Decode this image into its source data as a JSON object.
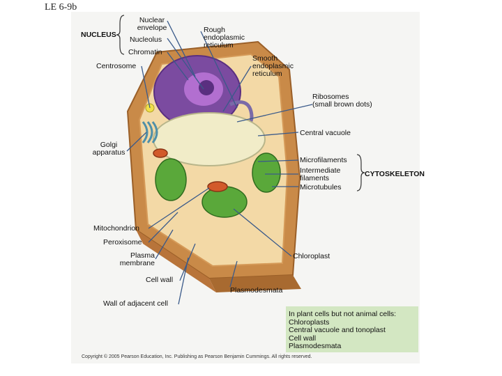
{
  "slide_title": "LE 6-9b",
  "group_labels": {
    "nucleus": "NUCLEUS",
    "cytoskeleton": "CYTOSKELETON"
  },
  "labels": {
    "nuclear_envelope": "Nuclear\nenvelope",
    "nucleolus": "Nucleolus",
    "chromatin": "Chromatin",
    "rough_er": "Rough\nendoplasmic\nreticulum",
    "smooth_er": "Smooth\nendoplasmic\nreticulum",
    "centrosome": "Centrosome",
    "ribosomes": "Ribosomes\n(small brown dots)",
    "central_vacuole": "Central vacuole",
    "golgi": "Golgi\napparatus",
    "microfilaments": "Microfilaments",
    "intermediate_filaments": "Intermediate\nfilaments",
    "microtubules": "Microtubules",
    "mitochondrion": "Mitochondrion",
    "peroxisome": "Peroxisome",
    "plasma_membrane": "Plasma\nmembrane",
    "chloroplast": "Chloroplast",
    "cell_wall": "Cell wall",
    "plasmodesmata": "Plasmodesmata",
    "wall_adjacent": "Wall of adjacent cell"
  },
  "plant_only_box": {
    "title": "In plant cells but not animal cells:",
    "items": [
      "Chloroplasts",
      "Central vacuole and tonoplast",
      "Cell wall",
      "Plasmodesmata"
    ]
  },
  "copyright": "Copyright © 2005 Pearson Education, Inc. Publishing as Pearson Benjamin Cummings. All rights reserved.",
  "colors": {
    "cell_wall": "#c07a3a",
    "cytoplasm": "#f3d9a6",
    "nucleus": "#7b4ba0",
    "vacuole": "#f1ecc8",
    "chloroplast": "#5aa83a",
    "callout_line": "#3a5a8a",
    "plant_box": "#d3e7c2"
  }
}
